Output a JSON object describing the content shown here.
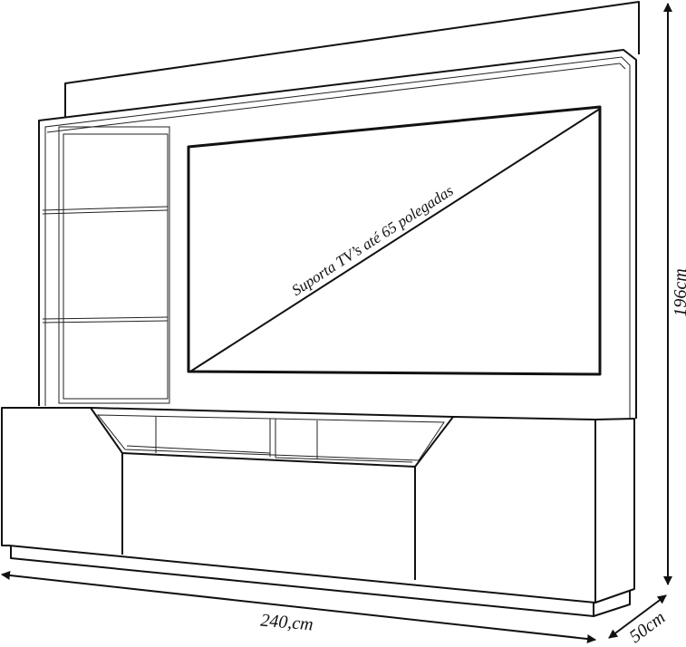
{
  "drawing": {
    "tv_label": "Suporta TV’s até 65 polegadas",
    "dimensions": {
      "height": "196cm",
      "width": "240,cm",
      "depth": "50cm"
    }
  }
}
